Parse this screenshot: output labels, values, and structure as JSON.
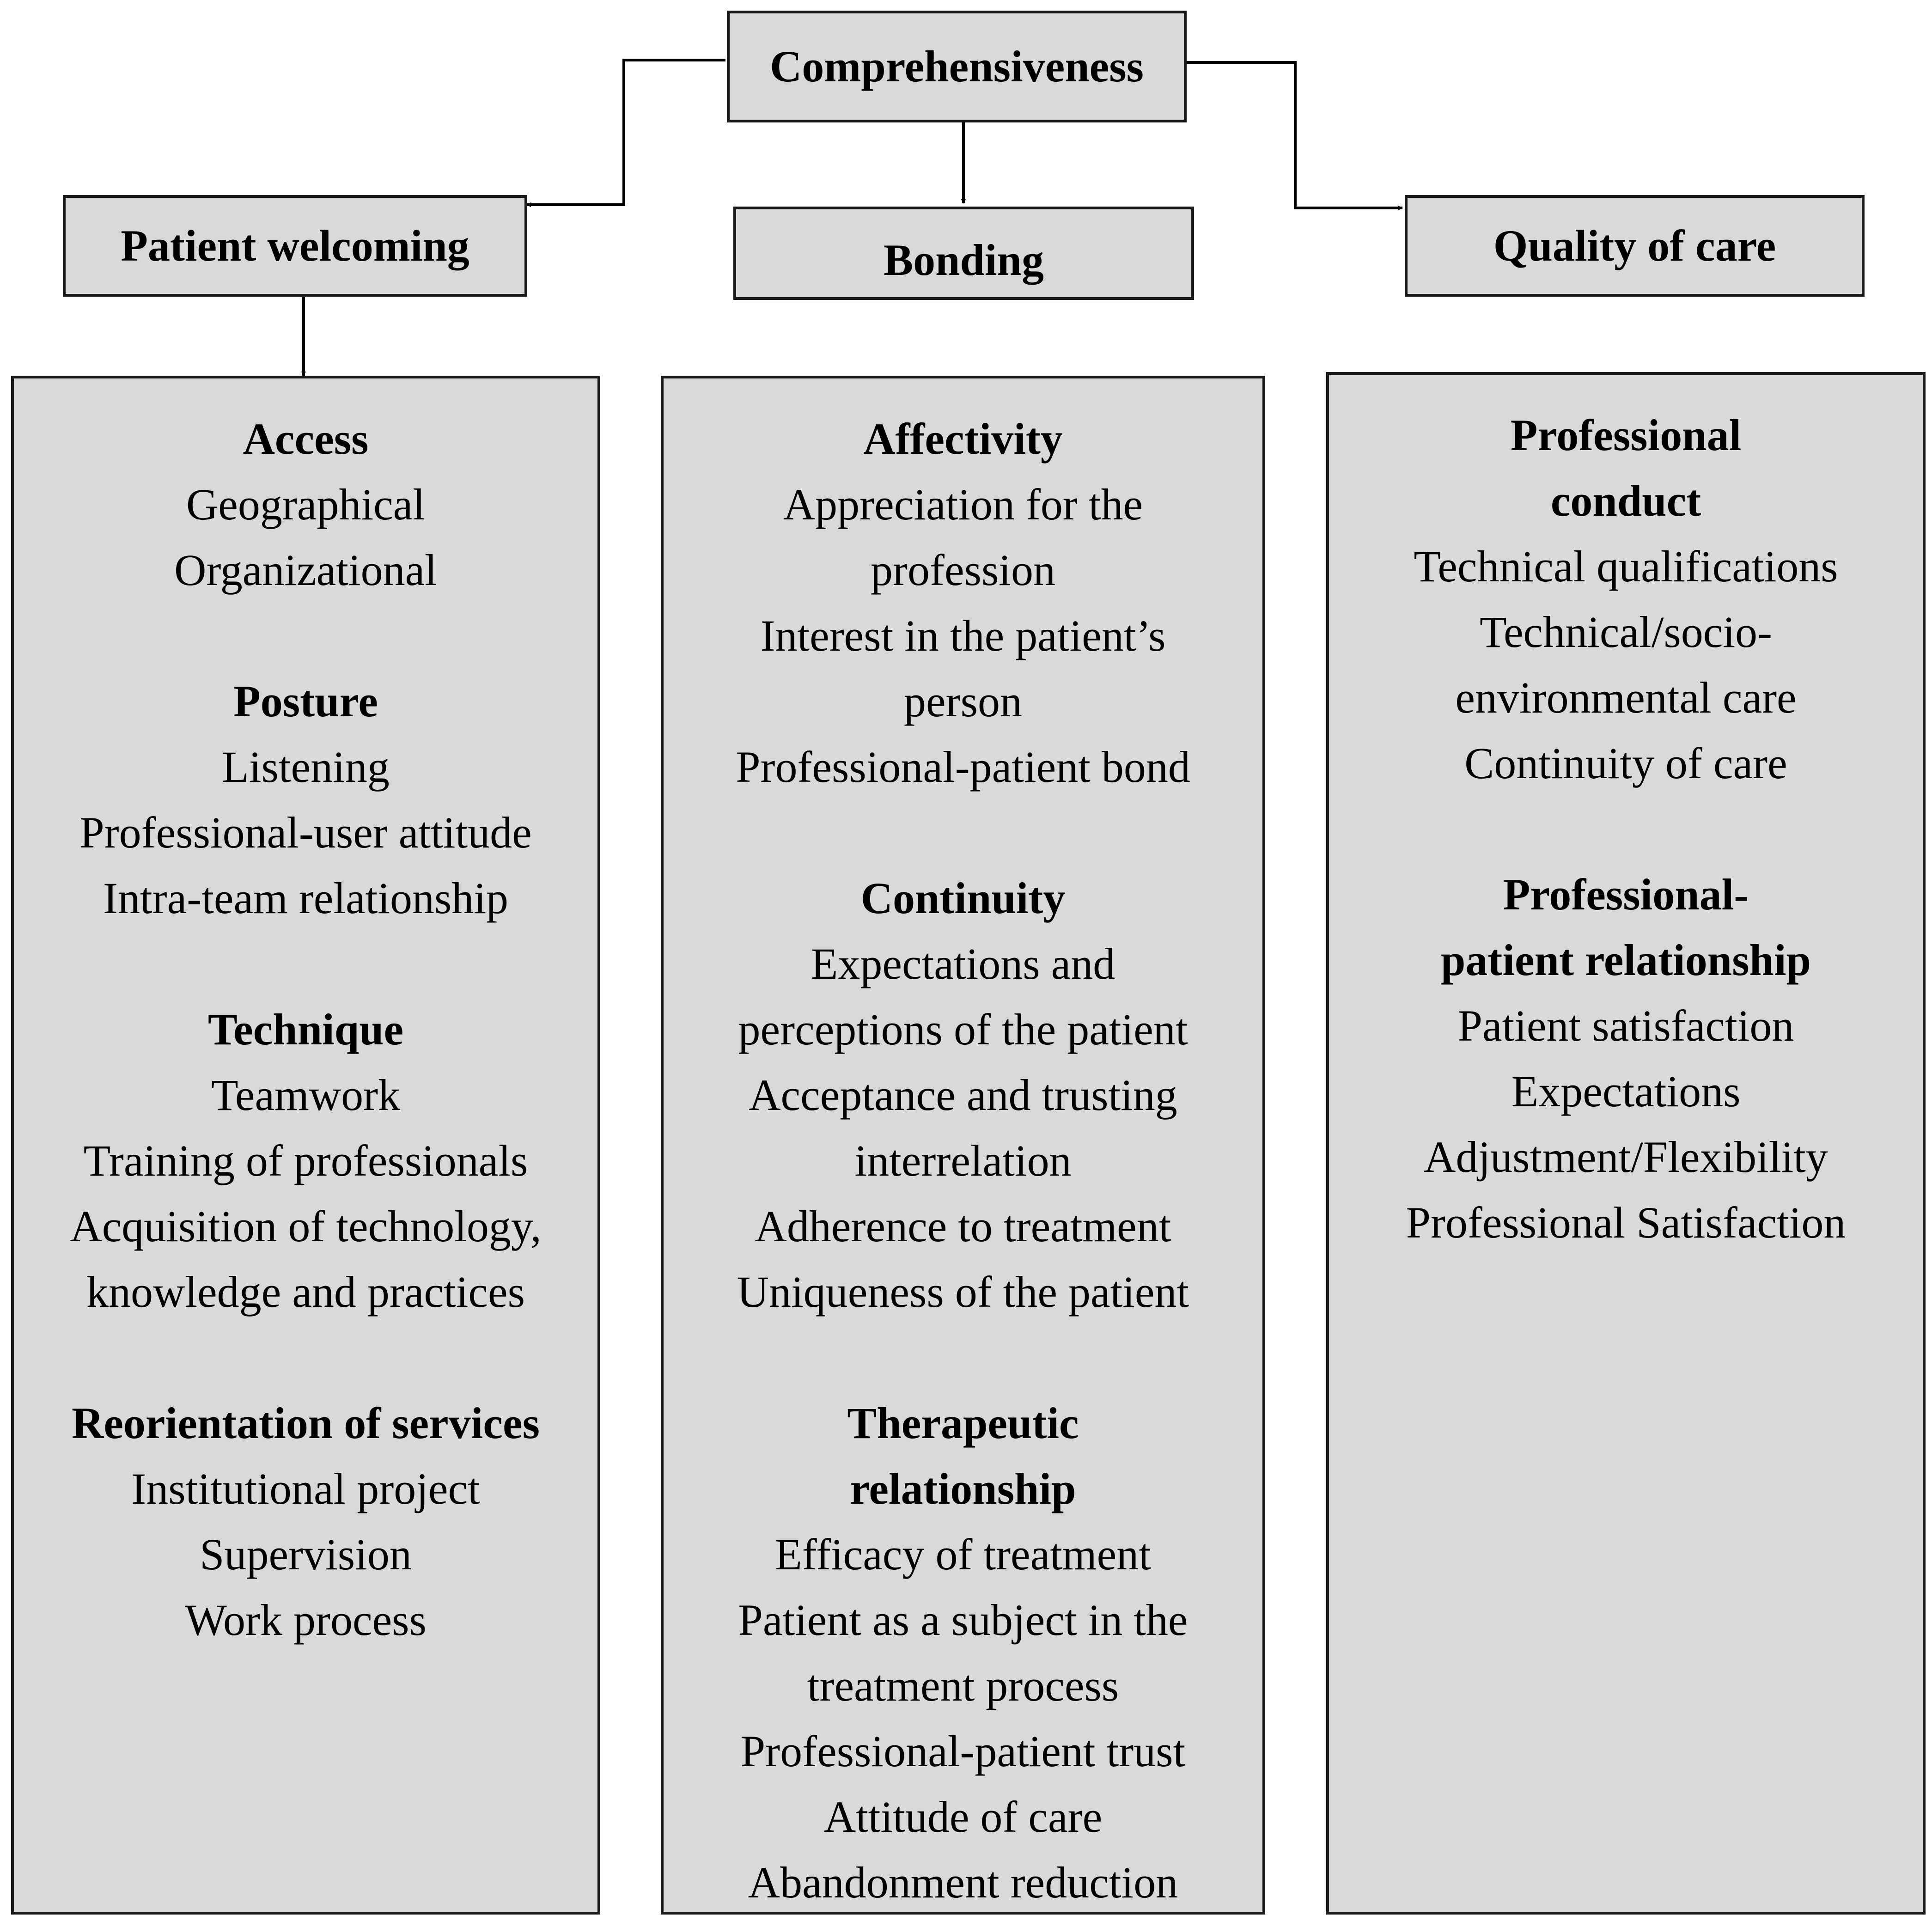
{
  "root": {
    "label": "Comprehensiveness"
  },
  "columns": [
    {
      "heading": "Patient welcoming",
      "groups": [
        {
          "title": "Access",
          "items": [
            "Geographical",
            "Organizational"
          ]
        },
        {
          "title": "Posture",
          "items": [
            "Listening",
            "Professional-user attitude",
            "Intra-team relationship"
          ]
        },
        {
          "title": "Technique",
          "items": [
            "Teamwork",
            "Training of professionals",
            "Acquisition of technology, knowledge and practices"
          ]
        },
        {
          "title": "Reorientation of services",
          "items": [
            "Institutional project",
            "Supervision",
            "Work process"
          ]
        }
      ]
    },
    {
      "heading": "Bonding",
      "groups": [
        {
          "title": "Affectivity",
          "items": [
            "Appreciation for the profession",
            "Interest in the patient’s person",
            "Professional-patient bond"
          ]
        },
        {
          "title": "Continuity",
          "items": [
            "Expectations and perceptions of the patient",
            "Acceptance and trusting interrelation",
            "Adherence to treatment",
            "Uniqueness of the patient"
          ]
        },
        {
          "title": "Therapeutic relationship",
          "items": [
            "Efficacy of treatment",
            "Patient as a subject in the treatment process",
            "Professional-patient trust",
            "Attitude of care",
            "Abandonment reduction"
          ]
        }
      ]
    },
    {
      "heading": "Quality of care",
      "groups": [
        {
          "title": "Professional conduct",
          "items": [
            "Technical qualifications",
            "Technical/socio-environmental care",
            "Continuity of care"
          ]
        },
        {
          "title": "Professional-patient relationship",
          "items": [
            "Patient satisfaction",
            "Expectations",
            "Adjustment/Flexibility",
            "Professional Satisfaction"
          ]
        }
      ]
    }
  ]
}
